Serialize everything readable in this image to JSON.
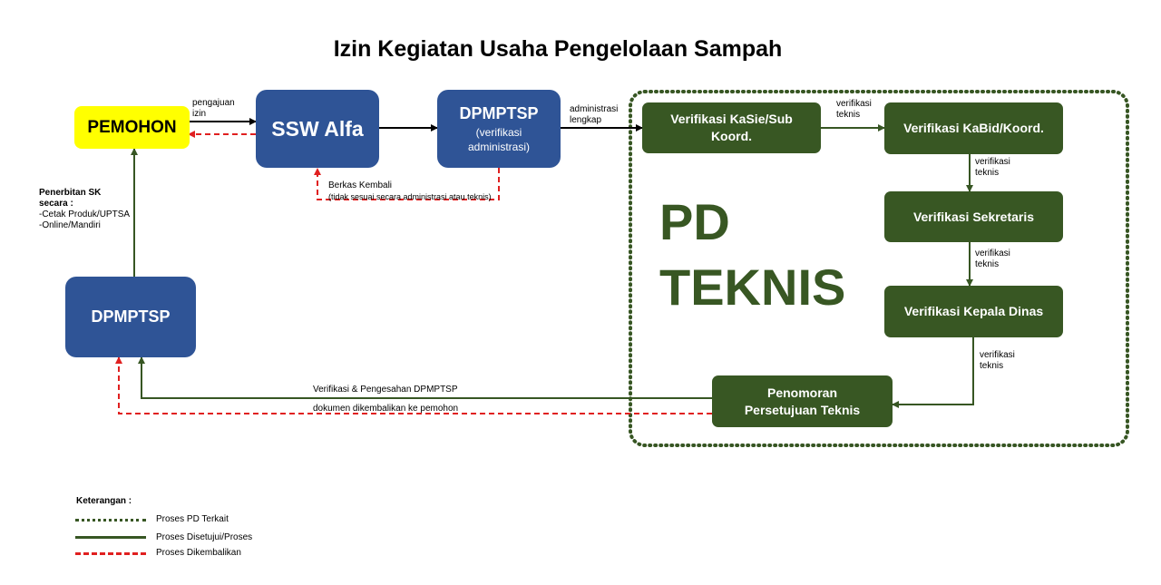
{
  "title": "Izin Kegiatan Usaha Pengelolaan Sampah",
  "nodes": {
    "pemohon": "PEMOHON",
    "ssw_alfa": "SSW Alfa",
    "dpmptsp_verifikasi_title": "DPMPTSP",
    "dpmptsp_verifikasi_sub": "(verifikasi administrasi)",
    "dpmptsp": "DPMPTSP",
    "kasie": "Verifikasi KaSie/Sub Koord.",
    "kabid": "Verifikasi KaBid/Koord.",
    "sekretaris": "Verifikasi Sekretaris",
    "kepala_dinas": "Verifikasi Kepala Dinas",
    "penomoran": "Penomoran Persetujuan Teknis"
  },
  "pd_teknis": {
    "line1": "PD",
    "line2": "TEKNIS"
  },
  "labels": {
    "pengajuan_izin": "pengajuan izin",
    "administrasi_lengkap": "administrasi lengkap",
    "verifikasi_teknis": "verifikasi teknis",
    "berkas_kembali_1": "Berkas Kembali",
    "berkas_kembali_2": "(tidak sesuai secara administrasi atau teknis)",
    "penerbitan_title": "Penerbitan SK",
    "penerbitan_2": "secara :",
    "penerbitan_3": "-Cetak Produk/UPTSA",
    "penerbitan_4": "-Online/Mandiri",
    "verifikasi_pengesahan": "Verifikasi & Pengesahan DPMPTSP",
    "dokumen_dikembalikan": "dokumen dikembalikan ke pemohon"
  },
  "legend": {
    "title": "Keterangan :",
    "items": [
      {
        "label": "Proses PD Terkait"
      },
      {
        "label": "Proses Disetujui/Proses"
      },
      {
        "label": "Proses Dikembalikan"
      }
    ]
  },
  "colors": {
    "blue_box": "#2f5496",
    "green_box": "#385723",
    "yellow_box": "#ffff00",
    "return_line": "#e02020",
    "approve_line": "#375623",
    "black_line": "#000000"
  }
}
